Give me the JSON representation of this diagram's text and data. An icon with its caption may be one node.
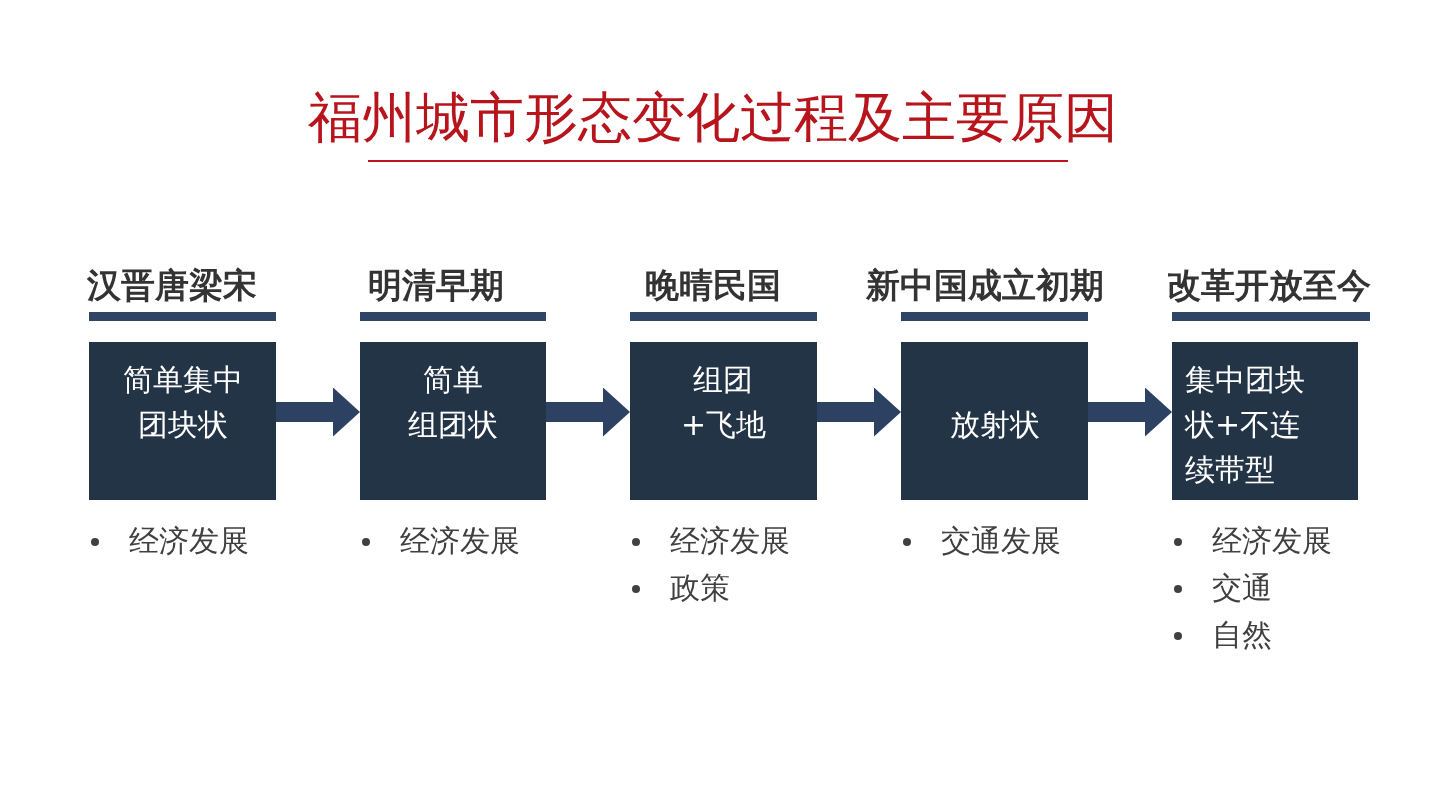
{
  "diagram": {
    "title": "福州城市形态变化过程及主要原因",
    "nodes": [
      {
        "text": [
          "汉晋唐梁宋",
          "简单集中团块状"
        ],
        "beside": [
          "经济发展"
        ]
      },
      {
        "text": [
          "明清早期",
          "简单组团状"
        ],
        "beside": [
          "经济发展"
        ]
      },
      {
        "text": [
          "晚晴民国",
          "组团+飞地"
        ],
        "beside": [
          "经济发展",
          "政策"
        ]
      },
      {
        "text": [
          "新中国成立初期",
          "放射状"
        ],
        "beside": [
          "交通发展"
        ]
      },
      {
        "text": [
          "改革开放至今",
          "集中团块状+不连续带型"
        ],
        "beside": [
          "经济发展",
          "交通",
          "自然"
        ]
      }
    ],
    "edges": [
      {
        "from": 0,
        "to": 1,
        "arrow": "to"
      },
      {
        "from": 1,
        "to": 2,
        "arrow": "to"
      },
      {
        "from": 2,
        "to": 3,
        "arrow": "to"
      },
      {
        "from": 3,
        "to": 4,
        "arrow": "to"
      }
    ]
  }
}
